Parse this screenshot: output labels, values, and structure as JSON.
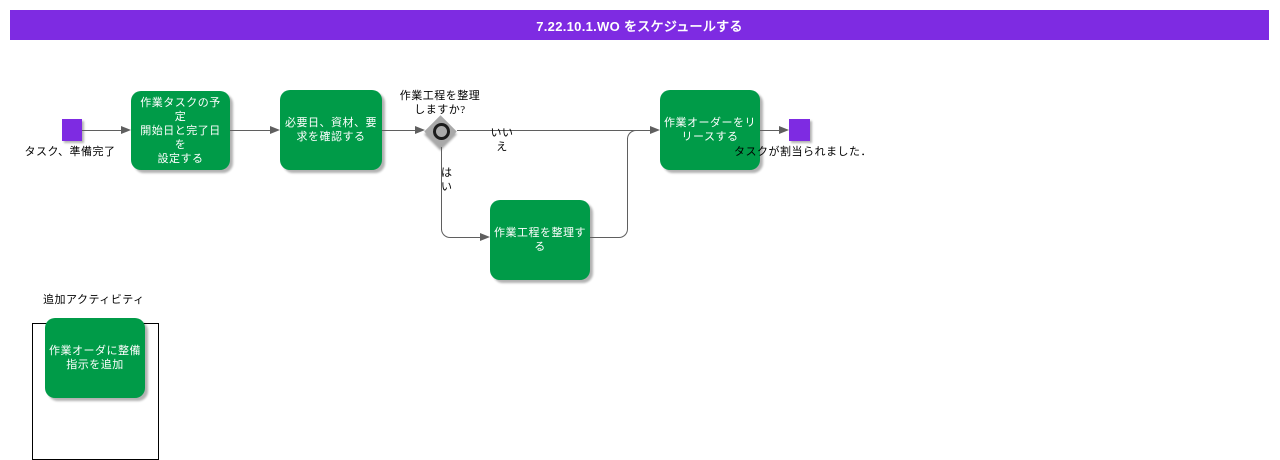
{
  "title_bar": {
    "label": "7.22.10.1.WO をスケジュールする"
  },
  "colors": {
    "accent_purple": "#7E2BE2",
    "task_green": "#009B48",
    "connector_gray": "#5f5f5f",
    "diamond_gray": "#A9A9A9"
  },
  "flow": {
    "start": {
      "label": "タスク、準備完了"
    },
    "steps": [
      {
        "id": "set-dates",
        "label": "作業タスクの予定\n開始日と完了日を\n設定する"
      },
      {
        "id": "confirm-requirements",
        "label": "必要日、資材、要\n求を確認する"
      },
      {
        "id": "organize-process",
        "label": "作業工程を整理す\nる"
      },
      {
        "id": "release-work-order",
        "label": "作業オーダーをリ\nリースする"
      }
    ],
    "decision": {
      "question": "作業工程を整理\nしますか?",
      "no_label": "いい\nえ",
      "yes_label": "は\nい"
    },
    "end": {
      "label": "タスクが割当られました．"
    }
  },
  "additional_activities": {
    "title": "追加アクティビティ",
    "items": [
      {
        "label": "作業オーダに整備\n指示を追加"
      }
    ]
  }
}
